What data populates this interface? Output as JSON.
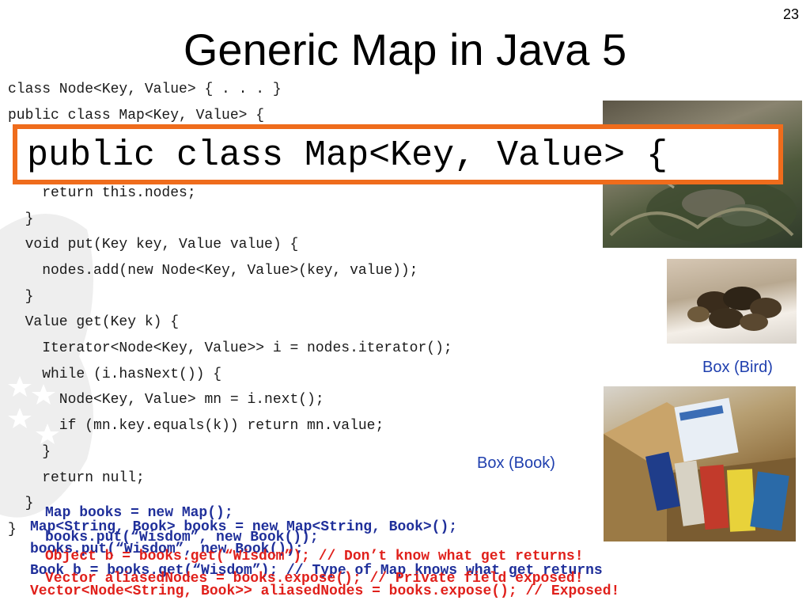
{
  "slide": {
    "number": "23",
    "title": "Generic Map in Java 5"
  },
  "code_lines": [
    "class Node<Key, Value> { . . . }",
    "public class Map<Key, Value> {",
    "",
    "",
    "    return this.nodes;",
    "  }",
    "  void put(Key key, Value value) {",
    "    nodes.add(new Node<Key, Value>(key, value));",
    "  }",
    "  Value get(Key k) {",
    "    Iterator<Node<Key, Value>> i = nodes.iterator();",
    "    while (i.hasNext()) {",
    "      Node<Key, Value> mn = i.next();",
    "      if (mn.key.equals(k)) return mn.value;",
    "    }",
    "    return null;",
    "  }",
    "}"
  ],
  "highlight": {
    "text": "public class Map<Key, Value> {",
    "border_color": "#ef6c1c"
  },
  "images": {
    "nest_photo": "nest-photo",
    "birds_photo": "birds-photo",
    "books_photo": "books-photo"
  },
  "captions": {
    "bird": "Box (Bird)",
    "book": "Box (Book)"
  },
  "overlay_lines": {
    "blue_1": "Map books = new Map();",
    "blue_2": "Map<String, Book> books = new Map<String, Book>();",
    "blue_3": "books.put(“Wisdom”, new Book());",
    "blue_4": "books.put(“Wisdom”, new Book());",
    "blue_5": "Book b = books.get(“Wisdom”); // Type of Map knows what get returns",
    "red_1": "Object b = books.get(“Wisdom”); // Don’t know what get returns!",
    "red_2": "Vector aliasedNodes = books.expose(); // Private field exposed!",
    "red_3": "Vector<Node<String, Book>> aliasedNodes = books.expose(); // Exposed!"
  },
  "colors": {
    "caption": "#1f3fae",
    "overlay_blue": "#1f2f9a",
    "overlay_red": "#e0201b"
  }
}
